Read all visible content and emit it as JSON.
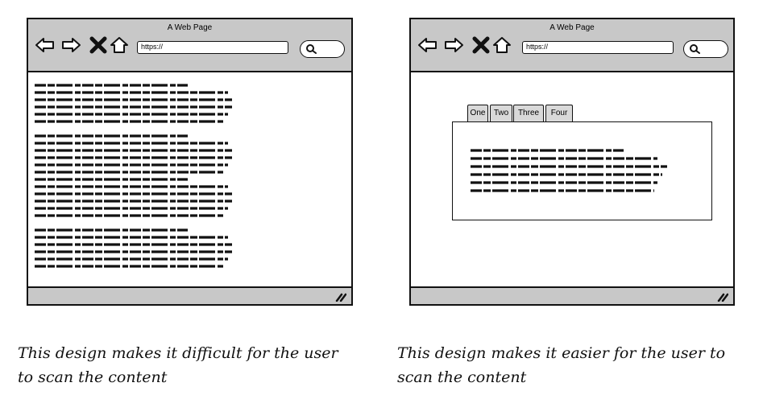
{
  "left_mockup": {
    "window_title": "A Web Page",
    "url": "https://",
    "nav_icons": [
      "back-arrow-icon",
      "forward-arrow-icon",
      "close-x-icon",
      "home-icon"
    ],
    "search_icon": "search-icon"
  },
  "right_mockup": {
    "window_title": "A Web Page",
    "url": "https://",
    "nav_icons": [
      "back-arrow-icon",
      "forward-arrow-icon",
      "close-x-icon",
      "home-icon"
    ],
    "search_icon": "search-icon",
    "tabs": [
      "One",
      "Two",
      "Three",
      "Four"
    ]
  },
  "captions": {
    "left": "This design makes it difficult for the user to scan the content",
    "right": "This design makes it easier for the user to scan the content"
  }
}
